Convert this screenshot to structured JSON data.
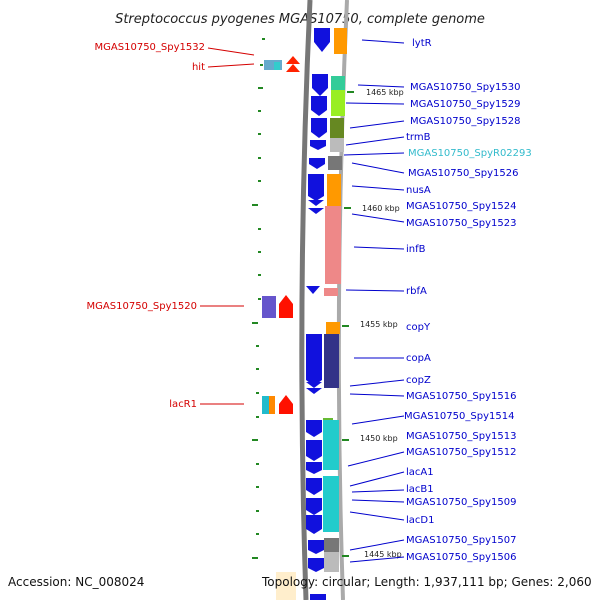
{
  "title": "Streptococcus pyogenes MGAS10750, complete genome",
  "footer": {
    "accession": "Accession: NC_008024",
    "topology": "Topology: circular; Length: 1,937,111 bp; Genes: 2,060"
  },
  "colors": {
    "backbone": "#888888",
    "right_label": "#0000cc",
    "left_label": "#d40000",
    "rna_label": "#33bbcc",
    "tick": "#228822"
  },
  "ruler": [
    "1465 kbp",
    "1460 kbp",
    "1455 kbp",
    "1450 kbp",
    "1445 kbp"
  ],
  "right_labels": [
    "lytR",
    "MGAS10750_Spy1530",
    "MGAS10750_Spy1529",
    "MGAS10750_Spy1528",
    "trmB",
    "MGAS10750_SpyR02293",
    "MGAS10750_Spy1526",
    "nusA",
    "MGAS10750_Spy1524",
    "MGAS10750_Spy1523",
    "infB",
    "rbfA",
    "copY",
    "copA",
    "copZ",
    "MGAS10750_Spy1516",
    "MGAS10750_Spy1514",
    "MGAS10750_Spy1513",
    "MGAS10750_Spy1512",
    "lacA1",
    "lacB1",
    "MGAS10750_Spy1509",
    "lacD1",
    "MGAS10750_Spy1507",
    "MGAS10750_Spy1506"
  ],
  "left_labels": [
    "MGAS10750_Spy1532",
    "hit",
    "MGAS10750_Spy1520",
    "lacR1"
  ]
}
